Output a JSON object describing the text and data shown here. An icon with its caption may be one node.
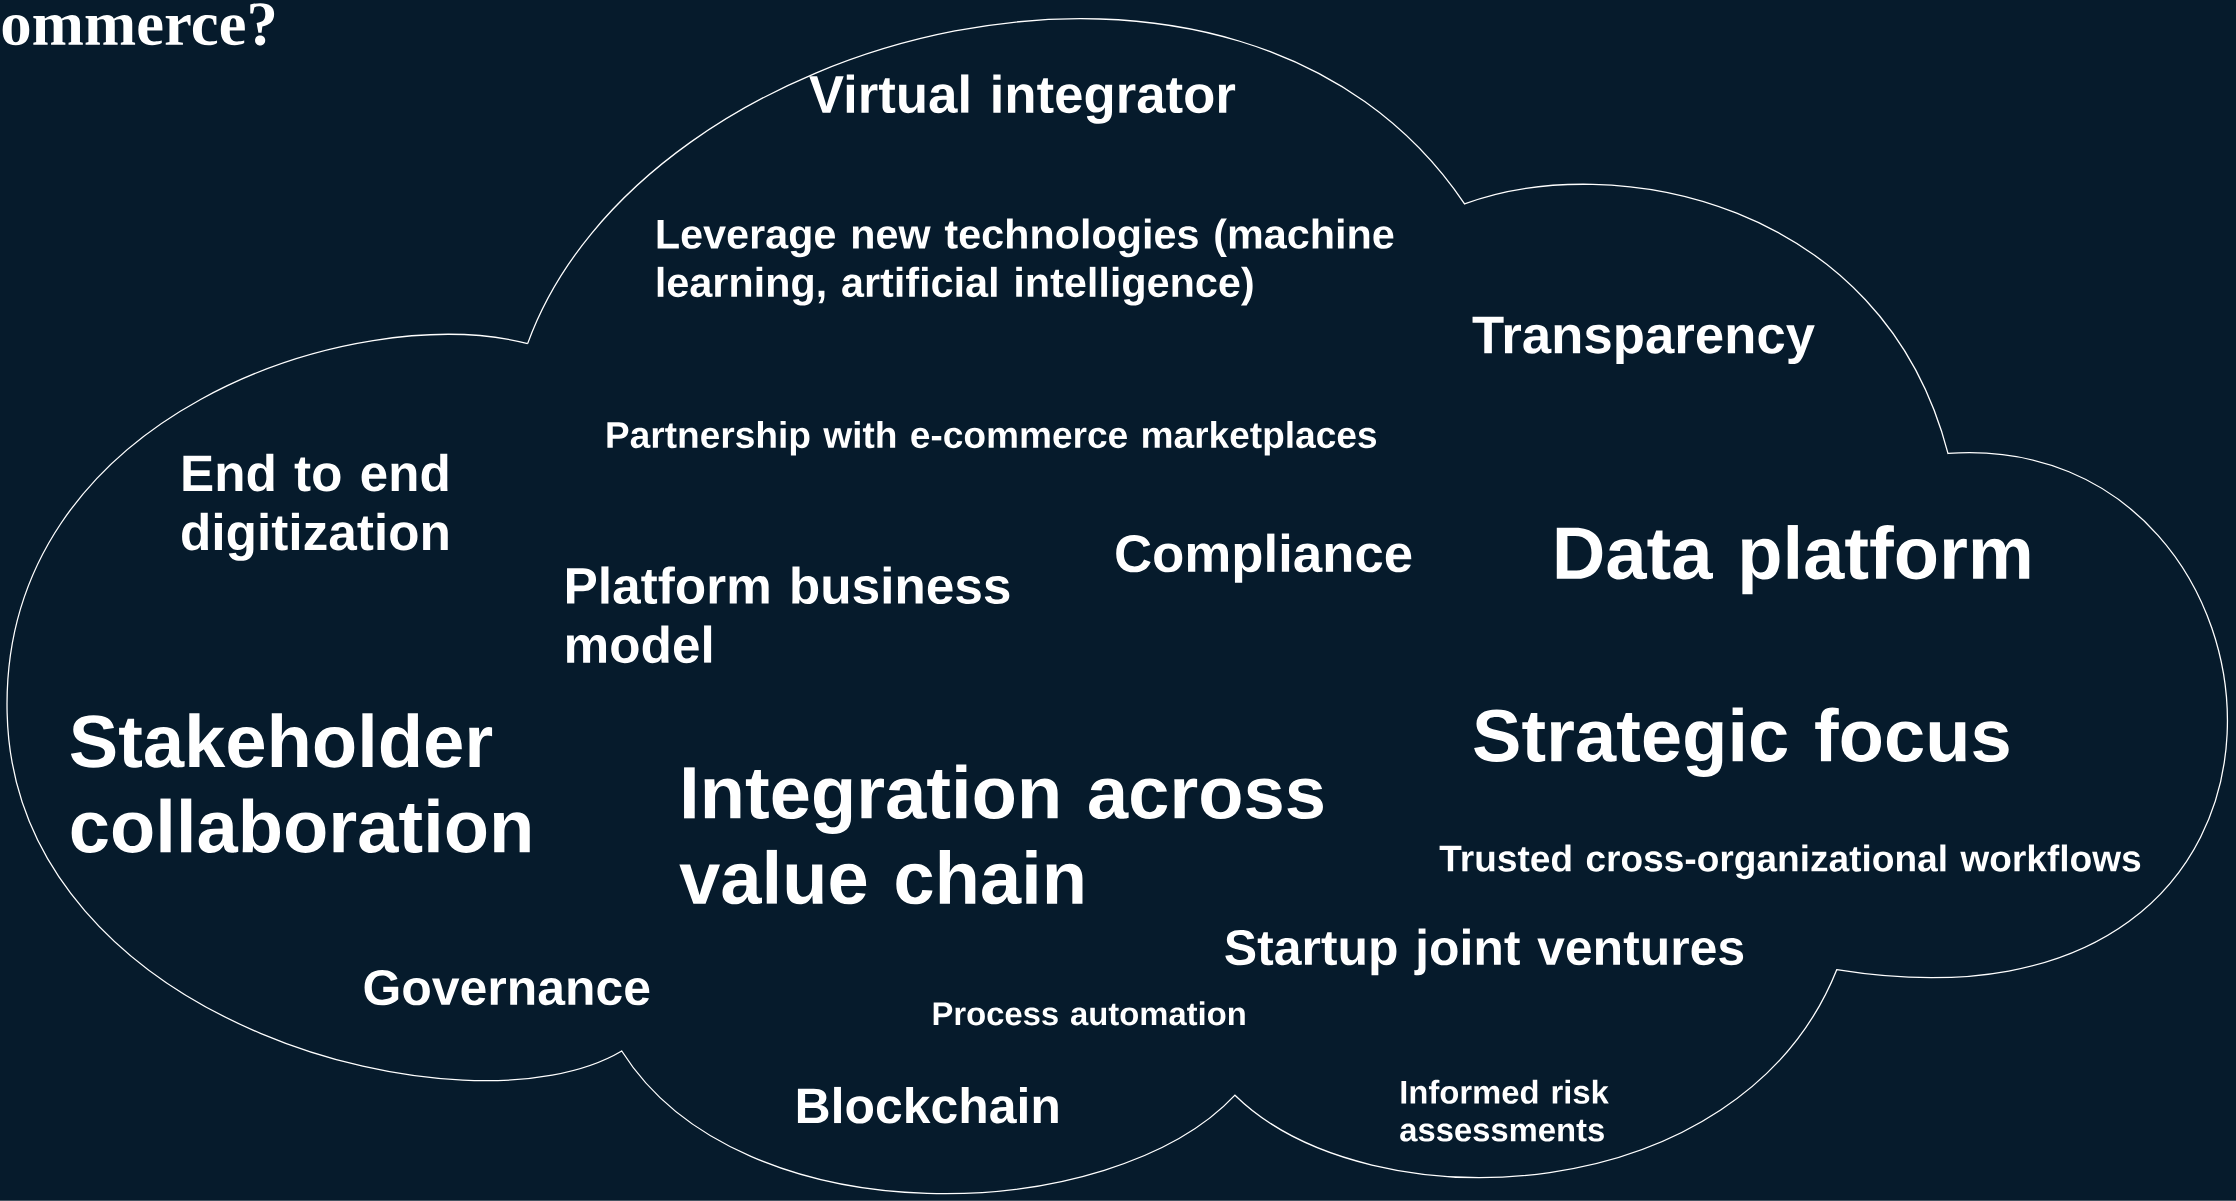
{
  "diagram": {
    "title": "ommerce?",
    "nodes": [
      {
        "text": [
          "Virtual integrator",
          "Leverage new technologies (machine learning, artificial intelligence)",
          "Transparency",
          "Partnership with e-commerce marketplaces",
          "End to end digitization",
          "Compliance",
          "Data platform",
          "Platform business model",
          "Stakeholder collaboration",
          "Strategic focus",
          "Integration across value chain",
          "Trusted cross-organizational workflows",
          "Startup joint ventures",
          "Governance",
          "Process automation",
          "Blockchain",
          "Informed risk assessments"
        ]
      }
    ]
  }
}
